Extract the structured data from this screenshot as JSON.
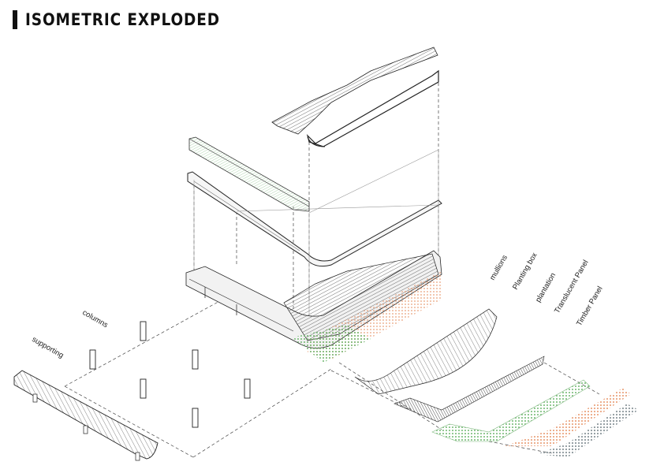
{
  "title": "ISOMETRIC EXPLODED",
  "labels": {
    "mullions": "mullions",
    "planting_box": "Planting box",
    "plantation": "plantation",
    "translucent_panel": "Translucent Panel",
    "timber_panel": "Timber Panel",
    "columns": "columns",
    "supporting": "supporting"
  },
  "colors": {
    "line": "#1a1a1a",
    "plantation_green": "#7fbf7f",
    "timber_orange": "#e8a070",
    "translucent_gray": "#9aa6ad"
  }
}
